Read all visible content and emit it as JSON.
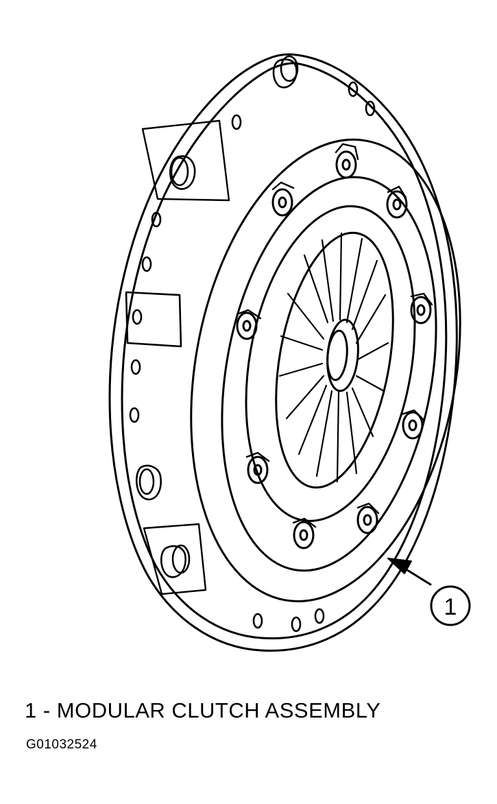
{
  "diagram": {
    "callout_number": "1",
    "caption": "1 - MODULAR CLUTCH ASSEMBLY",
    "figure_id": "G01032524"
  },
  "colors": {
    "ink": "#000000",
    "paper": "#ffffff"
  }
}
